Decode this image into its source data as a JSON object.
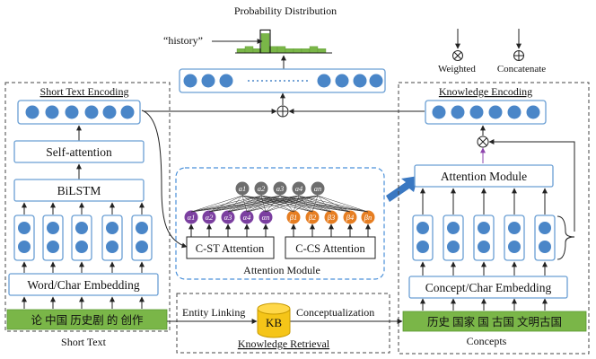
{
  "top": {
    "prob_title": "Probability Distribution",
    "history_label": "“history”"
  },
  "legend": {
    "weighted_label": "Weighted",
    "concat_label": "Concatenate"
  },
  "short_text_panel": {
    "title": "Short Text Encoding",
    "self_attention": "Self-attention",
    "bilstm": "BiLSTM",
    "embedding": "Word/Char Embedding",
    "input_text": "论 中国 历史剧 的 创作",
    "caption": "Short Text"
  },
  "knowledge_panel": {
    "title": "Knowledge Encoding",
    "attention_module": "Attention Module",
    "embedding": "Concept/Char Embedding",
    "input_text": "历史 国家 国  古国  文明古国",
    "caption": "Concepts"
  },
  "attention_panel": {
    "cst_label": "C-ST Attention",
    "ccs_label": "C-CS Attention",
    "caption": "Attention Module",
    "alpha_labels": [
      "α1",
      "α2",
      "α3",
      "α4",
      "αn"
    ],
    "beta_labels": [
      "β1",
      "β2",
      "β3",
      "β4",
      "βn"
    ],
    "a_labels": [
      "a1",
      "a2",
      "a3",
      "a4",
      "an"
    ]
  },
  "retrieval_panel": {
    "entity_linking": "Entity Linking",
    "kb": "KB",
    "conceptualization": "Conceptualization",
    "caption": "Knowledge Retrieval"
  },
  "histogram": [
    2,
    3,
    2,
    9,
    3,
    3,
    2,
    2,
    2,
    3,
    2
  ]
}
